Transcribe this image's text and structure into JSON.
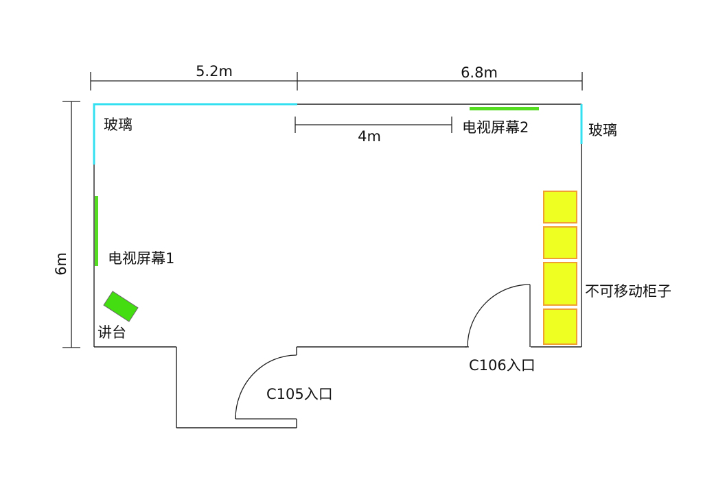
{
  "dimensions": {
    "top_left": "5.2m",
    "top_right": "6.8m",
    "inner_span": "4m",
    "left_height": "6m"
  },
  "labels": {
    "glass_left": "玻璃",
    "glass_right": "玻璃",
    "tv_screen_1": "电视屏幕1",
    "tv_screen_2": "电视屏幕2",
    "podium": "讲台",
    "cabinets": "不可移动柜子",
    "entrance_c105": "C105入口",
    "entrance_c106": "C106入口"
  },
  "colors": {
    "wall": "#222222",
    "glass": "#33e0f0",
    "tv_screen": "#55dd22",
    "podium": "#44dd11",
    "cabinet_fill": "#eeff22",
    "cabinet_border": "#f0a030"
  }
}
